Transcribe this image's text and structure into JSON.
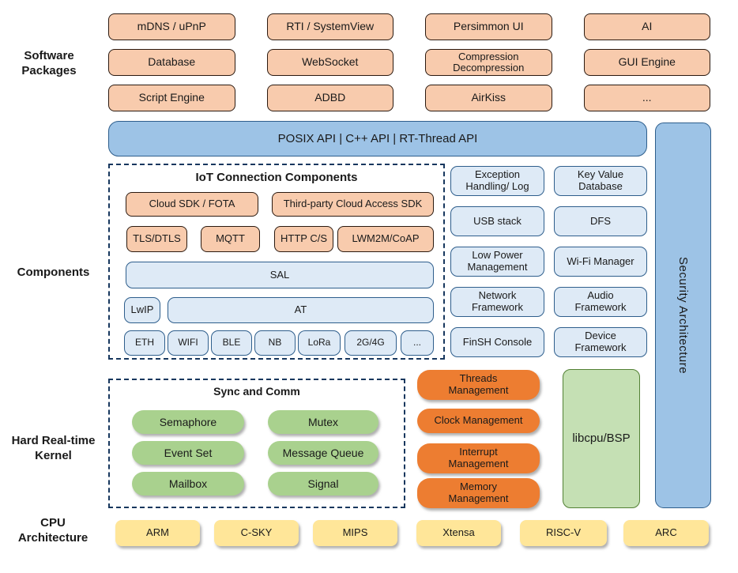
{
  "side_labels": {
    "software": "Software Packages",
    "components": "Components",
    "kernel": "Hard Real-time Kernel",
    "cpu": "CPU Architecture"
  },
  "software_packages": {
    "grid": [
      [
        "mDNS / uPnP",
        "RTI / SystemView",
        "Persimmon UI",
        "AI"
      ],
      [
        "Database",
        "WebSocket",
        "Compression\nDecompression",
        "GUI Engine"
      ],
      [
        "Script Engine",
        "ADBD",
        "AirKiss",
        "..."
      ]
    ]
  },
  "api_bar": {
    "label": "POSIX API  |  C++ API  |  RT-Thread API"
  },
  "security": {
    "label": "Security Architecture"
  },
  "iot": {
    "title": "IoT Connection Components",
    "cloud_sdk": "Cloud SDK / FOTA",
    "third_party": "Third-party Cloud Access SDK",
    "protocols": [
      "TLS/DTLS",
      "MQTT",
      "HTTP C/S",
      "LWM2M/CoAP"
    ],
    "sal": "SAL",
    "lwip": "LwIP",
    "at": "AT",
    "links": [
      "ETH",
      "WIFI",
      "BLE",
      "NB",
      "LoRa",
      "2G/4G",
      "..."
    ]
  },
  "components_right": {
    "rows": [
      [
        "Exception\nHandling/ Log",
        "Key Value\nDatabase"
      ],
      [
        "USB stack",
        "DFS"
      ],
      [
        "Low Power\nManagement",
        "Wi-Fi Manager"
      ],
      [
        "Network\nFramework",
        "Audio\nFramework"
      ],
      [
        "FinSH Console",
        "Device\nFramework"
      ]
    ]
  },
  "kernel": {
    "sync_title": "Sync and Comm",
    "sync": [
      [
        "Semaphore",
        "Mutex"
      ],
      [
        "Event Set",
        "Message Queue"
      ],
      [
        "Mailbox",
        "Signal"
      ]
    ],
    "mgmt": [
      "Threads\nManagement",
      "Clock Management",
      "Interrupt\nManagement",
      "Memory\nManagement"
    ],
    "libcpu": "libcpu/BSP"
  },
  "cpu": {
    "items": [
      "ARM",
      "C-SKY",
      "MIPS",
      "Xtensa",
      "RISC-V",
      "ARC"
    ]
  },
  "colors": {
    "peach_fill": "#F8CBAD",
    "light_blue_fill": "#DEEAF6",
    "medium_blue_fill": "#9DC3E6",
    "blue_border": "#2E5E8C",
    "green_pill_fill": "#A9D18E",
    "orange_pill_fill": "#ED7D31",
    "light_green_fill": "#C5E0B4",
    "green_border": "#538135",
    "yellow_fill": "#FFE699",
    "dashed_border": "#17375E"
  }
}
